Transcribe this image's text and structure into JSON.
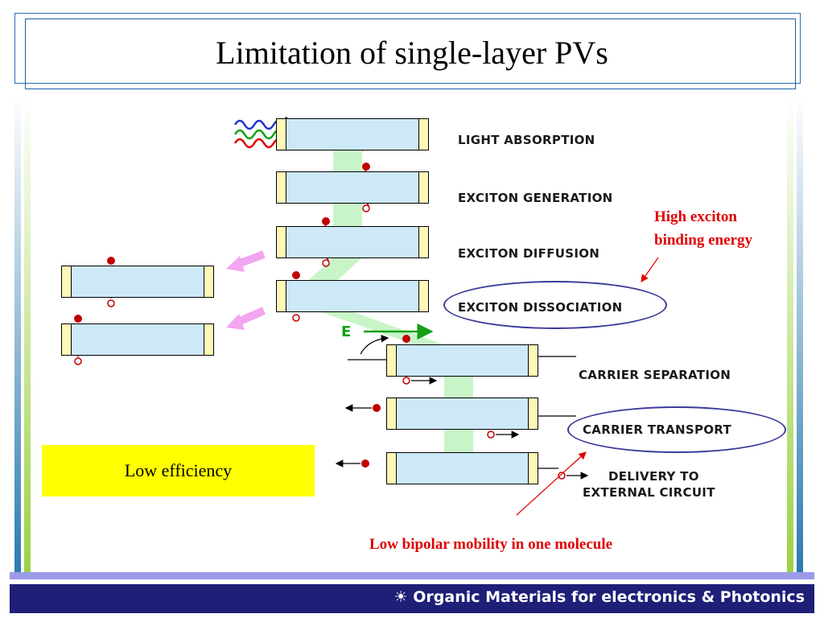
{
  "slide": {
    "title": "Limitation of single-layer PVs"
  },
  "stages": [
    {
      "label": "LIGHT ABSORPTION"
    },
    {
      "label": "EXCITON GENERATION"
    },
    {
      "label": "EXCITON DIFFUSION"
    },
    {
      "label": "EXCITON DISSOCIATION"
    },
    {
      "label": "CARRIER SEPARATION"
    },
    {
      "label": "CARRIER TRANSPORT"
    },
    {
      "label": "DELIVERY TO"
    },
    {
      "label": "EXTERNAL CIRCUIT"
    }
  ],
  "field_label": "E",
  "annotations": {
    "exciton_binding": [
      "High exciton",
      "binding energy"
    ],
    "mobility": "Low bipolar mobility in one molecule",
    "efficiency": "Low efficiency"
  },
  "footer": {
    "icon": "sun-icon",
    "text": "Organic Materials for electronics & Photonics"
  },
  "colors": {
    "accent_red": "#e00000",
    "footer_bg": "#1f1f78",
    "footer_band": "#9a9ae8",
    "highlight_yellow": "#ffff00",
    "cell_fill": "#cde9f7",
    "electrode_fill": "#fff7b8",
    "path_green": "#c8f5c8",
    "oval_border": "#3a3a9a"
  }
}
